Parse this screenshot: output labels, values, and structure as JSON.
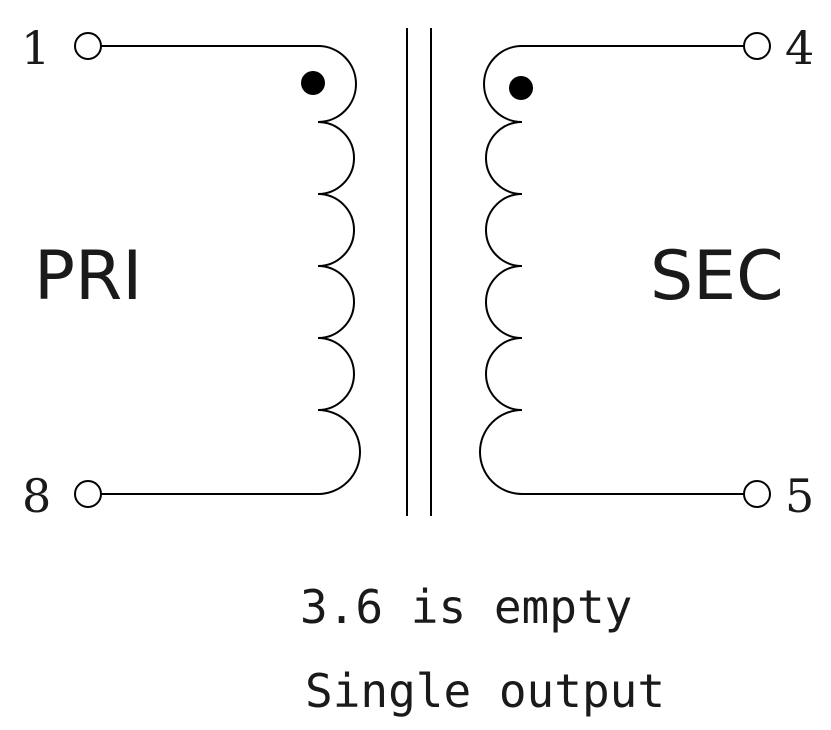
{
  "primary": {
    "label": "PRI",
    "pins": {
      "top": "1",
      "bottom": "8"
    }
  },
  "secondary": {
    "label": "SEC",
    "pins": {
      "top": "4",
      "bottom": "5"
    }
  },
  "notes": {
    "line1": "3.6 is empty",
    "line2": "Single output"
  },
  "colors": {
    "ink": "#000000",
    "text": "#1a1a1a",
    "background": "#ffffff"
  }
}
